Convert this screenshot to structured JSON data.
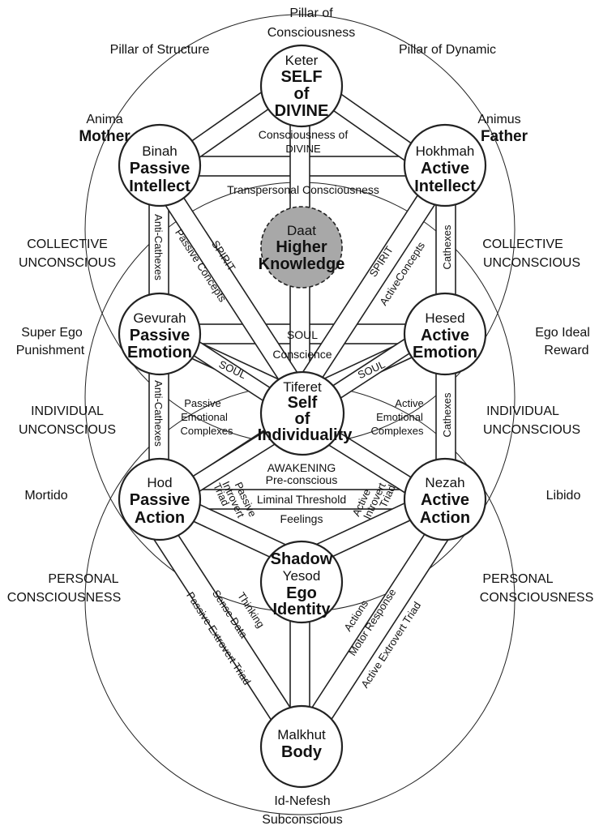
{
  "pillars": {
    "left": "Pillar of Structure",
    "center_line1": "Pillar of",
    "center_line2": "Consciousness",
    "right": "Pillar of Dynamic"
  },
  "side_labels": {
    "anima": {
      "line1": "Anima",
      "line2": "Mother"
    },
    "animus": {
      "line1": "Animus",
      "line2": "Father"
    },
    "collective_left": {
      "line1": "COLLECTIVE",
      "line2": "UNCONSCIOUS"
    },
    "collective_right": {
      "line1": "COLLECTIVE",
      "line2": "UNCONSCIOUS"
    },
    "superego": {
      "line1": "Super Ego",
      "line2": "Punishment"
    },
    "egoideal": {
      "line1": "Ego Ideal",
      "line2": "Reward"
    },
    "individual_left": {
      "line1": "INDIVIDUAL",
      "line2": "UNCONSCIOUS"
    },
    "individual_right": {
      "line1": "INDIVIDUAL",
      "line2": "UNCONSCIOUS"
    },
    "mortido": "Mortido",
    "libido": "Libido",
    "personal_left": {
      "line1": "PERSONAL",
      "line2": "CONSCIOUSNESS"
    },
    "personal_right": {
      "line1": "PERSONAL",
      "line2": "CONSCIOUSNESS"
    },
    "bottom": {
      "line1": "Id-Nefesh",
      "line2": "Subconscious"
    }
  },
  "nodes": {
    "keter": {
      "name": "Keter",
      "line1": "SELF",
      "line2": "of",
      "line3": "DIVINE"
    },
    "binah": {
      "name": "Binah",
      "line1": "Passive",
      "line2": "Intellect"
    },
    "hokhmah": {
      "name": "Hokhmah",
      "line1": "Active",
      "line2": "Intellect"
    },
    "daat": {
      "name": "Daat",
      "line1": "Higher",
      "line2": "Knowledge"
    },
    "gevurah": {
      "name": "Gevurah",
      "line1": "Passive",
      "line2": "Emotion"
    },
    "hesed": {
      "name": "Hesed",
      "line1": "Active",
      "line2": "Emotion"
    },
    "tiferet": {
      "name": "Tiferet",
      "line1": "Self",
      "line2": "of",
      "line3": "Individuality"
    },
    "hod": {
      "name": "Hod",
      "line1": "Passive",
      "line2": "Action"
    },
    "nezah": {
      "name": "Nezah",
      "line1": "Active",
      "line2": "Action"
    },
    "yesod": {
      "top": "Shadow",
      "name": "Yesod",
      "line1": "Ego",
      "line2": "Identity"
    },
    "malkhut": {
      "name": "Malkhut",
      "line1": "Body"
    }
  },
  "paths": {
    "consciousness_of": "Consciousness of",
    "divine": "DIVINE",
    "transpersonal": "Transpersonal Consciousness",
    "anti_cathexes_upper": "Anti-Cathexes",
    "anti_cathexes_lower": "Anti-Cathexes",
    "cathexes_upper": "Cathexes",
    "cathexes_lower": "Cathexes",
    "passive_concepts": "Passive Concepts",
    "active_concepts": "ActiveConcepts",
    "spirit_left": "SPIRIT",
    "spirit_right": "SPIRIT",
    "soul_center": "SOUL",
    "soul_left": "SOUL",
    "soul_right": "SOUL",
    "conscience": "Conscience",
    "passive_emotional": {
      "line1": "Passive",
      "line2": "Emotional",
      "line3": "Complexes"
    },
    "active_emotional": {
      "line1": "Active",
      "line2": "Emotional",
      "line3": "Complexes"
    },
    "awakening": "AWAKENING",
    "preconscious": "Pre-conscious",
    "liminal": "Liminal Threshold",
    "feelings": "Feelings",
    "passive_introvert": {
      "line1": "Passive",
      "line2": "Introvert",
      "line3": "Triad"
    },
    "active_introvert": {
      "line1": "Active",
      "line2": "Introvert",
      "line3": "Triad"
    },
    "thinking": "Thinking",
    "sense_data": "Sense Data",
    "passive_extrovert": "Passive Extrovert Triad",
    "actions": "Actions",
    "motor_response": "Motor Response",
    "active_extrovert": "Active Extrovert Triad"
  }
}
